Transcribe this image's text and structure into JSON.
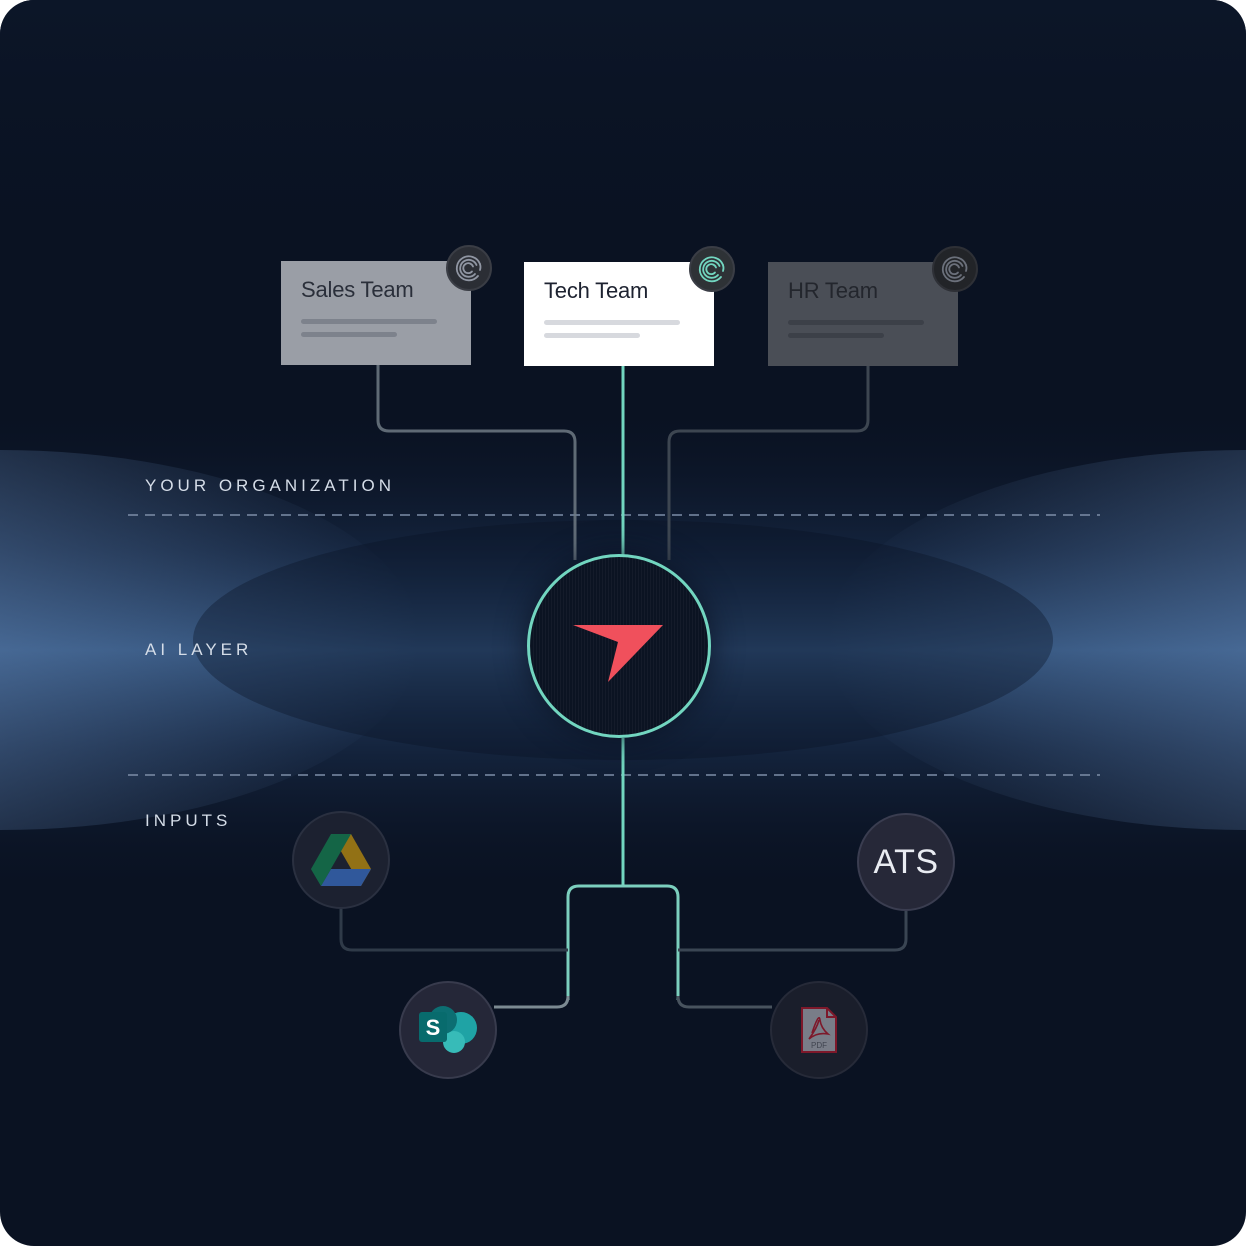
{
  "layers": {
    "organization": "YOUR ORGANIZATION",
    "ai": "AI LAYER",
    "inputs": "INPUTS"
  },
  "teams": [
    {
      "name": "Sales Team",
      "state": "dimmed"
    },
    {
      "name": "Tech Team",
      "state": "active"
    },
    {
      "name": "HR Team",
      "state": "dimmed"
    }
  ],
  "inputs": [
    {
      "icon": "google-drive-icon"
    },
    {
      "icon": "sharepoint-icon"
    },
    {
      "icon": "pdf-icon"
    },
    {
      "label": "ATS"
    }
  ],
  "colors": {
    "background": "#0a1222",
    "accent": "#72d6c0",
    "logo": "#f0505c",
    "glow": "#5b82b8"
  }
}
